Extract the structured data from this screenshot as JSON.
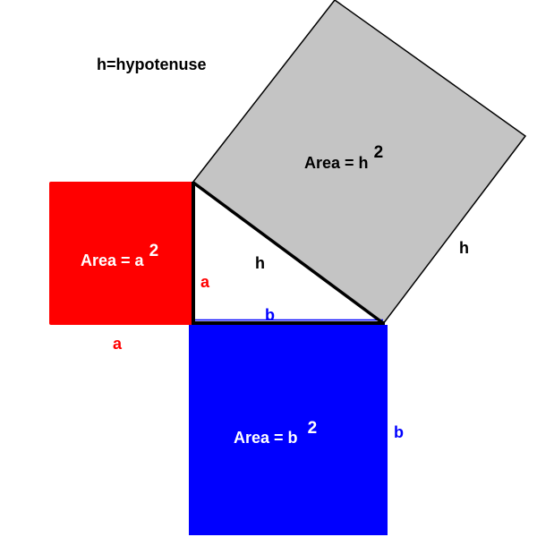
{
  "title": "h=hypotenuse",
  "colors": {
    "square_a": "#ff0000",
    "square_b": "#0000ff",
    "square_h": "#c4c4c4",
    "edge": "#000000",
    "background": "#ffffff"
  },
  "square_a": {
    "area_text": "Area = a",
    "exponent": "2",
    "side_label": "a"
  },
  "square_b": {
    "area_text": "Area = b",
    "exponent": "2",
    "side_label": "b"
  },
  "square_h": {
    "area_text": "Area = h",
    "exponent": "2",
    "side_label": "h"
  },
  "triangle": {
    "leg_a_label": "a",
    "leg_b_label": "b",
    "hypotenuse_label": "h"
  }
}
